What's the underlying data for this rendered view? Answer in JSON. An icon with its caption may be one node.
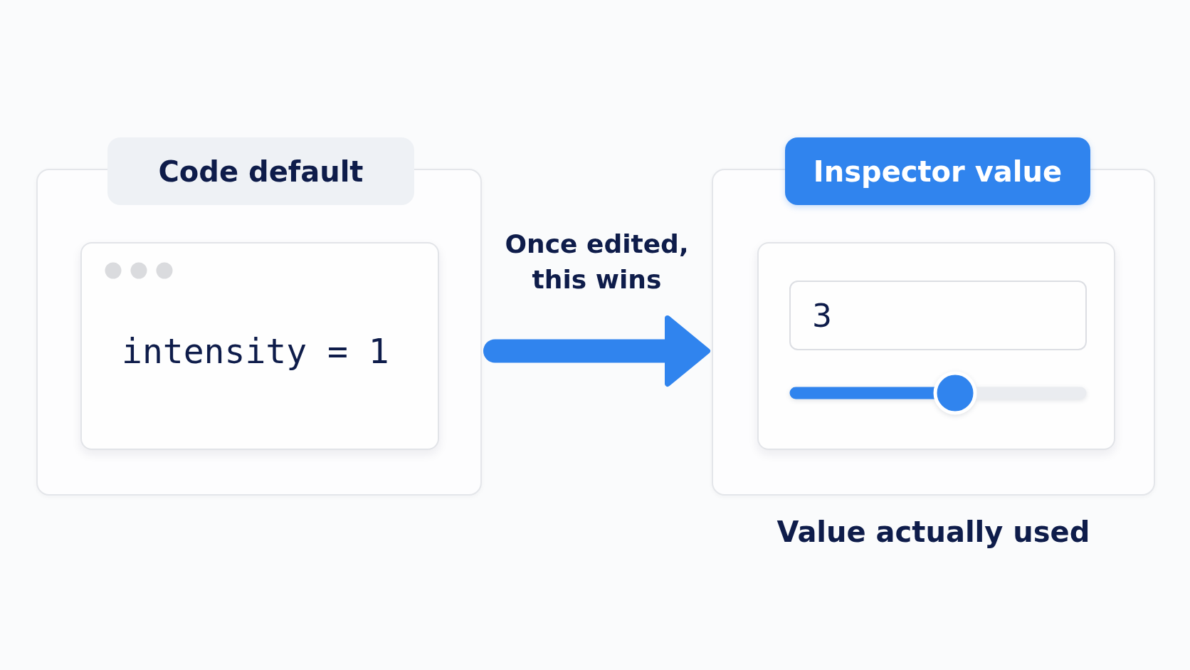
{
  "diagram": {
    "nodes": [
      {
        "text": [
          "Code default"
        ]
      },
      {
        "text": [
          "intensity = 1"
        ],
        "in": 0
      },
      {
        "text": [
          "Inspector value"
        ],
        "beside": [
          "Value actually used"
        ]
      },
      {
        "text": [],
        "shape": "box",
        "in": 2
      },
      {
        "text": [
          "3"
        ],
        "in": 3
      }
    ],
    "edges": [
      {
        "from": 0,
        "to": 2,
        "arrow": "to",
        "label": "Once edited, this wins"
      }
    ]
  }
}
